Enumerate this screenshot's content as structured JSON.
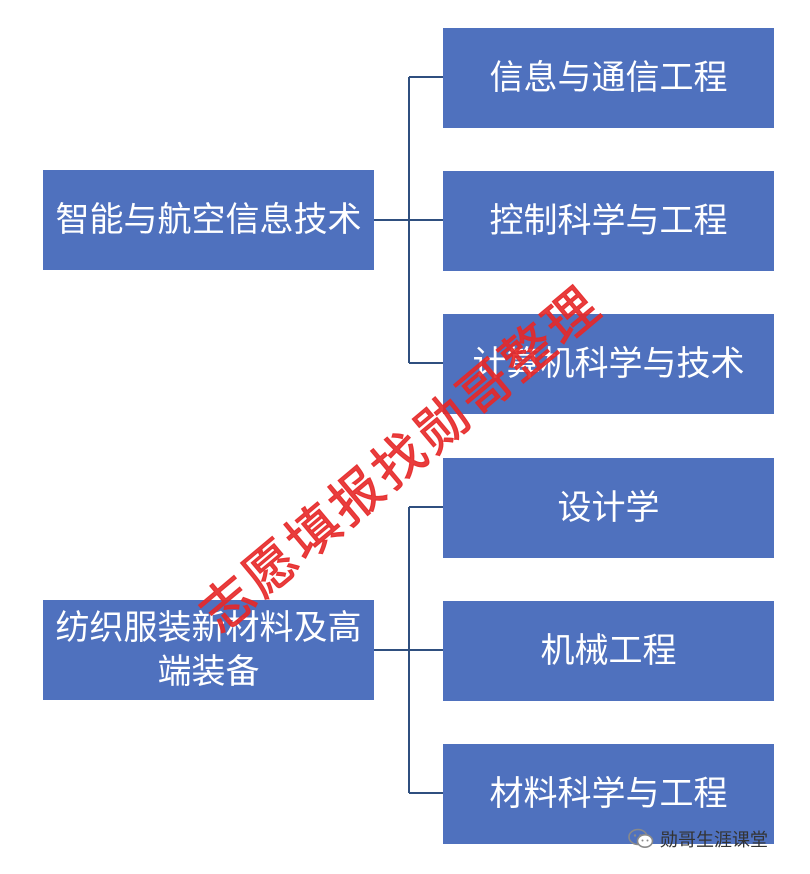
{
  "groups": [
    {
      "root": "智能与航空信息技术",
      "children": [
        "信息与通信工程",
        "控制科学与工程",
        "计算机科学与技术"
      ]
    },
    {
      "root": "纺织服装新材料及高端装备",
      "children": [
        "设计学",
        "机械工程",
        "材料科学与工程"
      ]
    }
  ],
  "watermark": "志愿填报找勋哥整理",
  "footer": {
    "icon": "wechat-icon",
    "text": "勋哥生涯课堂"
  },
  "colors": {
    "box_fill": "#4F71BE",
    "box_text": "#FFFFFF",
    "connector": "#2F4F7F",
    "watermark": "#E62828"
  }
}
